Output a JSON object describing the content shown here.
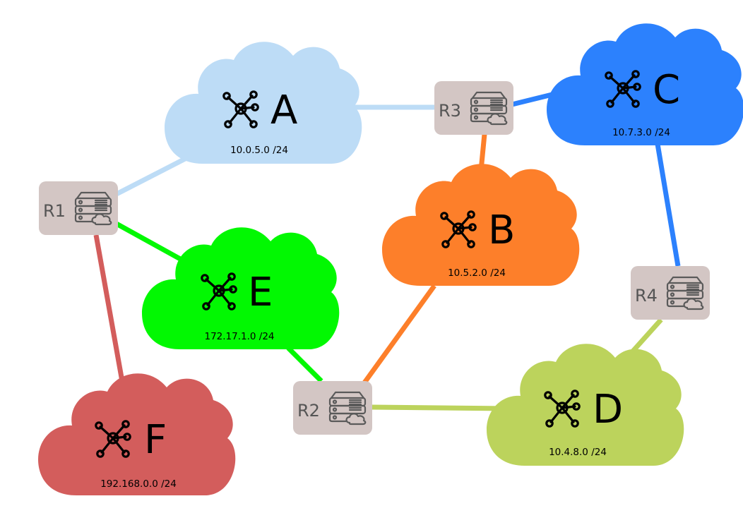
{
  "networks": [
    {
      "id": "A",
      "letter": "A",
      "subnet": "10.0.5.0 /24",
      "color": "#bddcf6",
      "icon": "network-hub-icon"
    },
    {
      "id": "B",
      "letter": "B",
      "subnet": "10.5.2.0 /24",
      "color": "#fd7f2a",
      "icon": "network-hub-icon"
    },
    {
      "id": "C",
      "letter": "C",
      "subnet": "10.7.3.0 /24",
      "color": "#2c81fd",
      "icon": "network-hub-icon"
    },
    {
      "id": "D",
      "letter": "D",
      "subnet": "10.4.8.0 /24",
      "color": "#bcd35c",
      "icon": "network-hub-icon"
    },
    {
      "id": "E",
      "letter": "E",
      "subnet": "172.17.1.0 /24",
      "color": "#02f802",
      "icon": "network-hub-icon"
    },
    {
      "id": "F",
      "letter": "F",
      "subnet": "192.168.0.0 /24",
      "color": "#d35d5c",
      "icon": "network-hub-icon"
    }
  ],
  "routers": [
    {
      "id": "R1",
      "label": "R1",
      "icon": "server-cloud-icon"
    },
    {
      "id": "R2",
      "label": "R2",
      "icon": "server-cloud-icon"
    },
    {
      "id": "R3",
      "label": "R3",
      "icon": "server-cloud-icon"
    },
    {
      "id": "R4",
      "label": "R4",
      "icon": "server-cloud-icon"
    }
  ],
  "links": [
    {
      "from": "R1",
      "to": "A",
      "color": "#bddcf6"
    },
    {
      "from": "R3",
      "to": "A",
      "color": "#bddcf6"
    },
    {
      "from": "R3",
      "to": "C",
      "color": "#2c81fd"
    },
    {
      "from": "R4",
      "to": "C",
      "color": "#2c81fd"
    },
    {
      "from": "R3",
      "to": "B",
      "color": "#fd7f2a"
    },
    {
      "from": "R2",
      "to": "B",
      "color": "#fd7f2a"
    },
    {
      "from": "R1",
      "to": "E",
      "color": "#02f802"
    },
    {
      "from": "R2",
      "to": "E",
      "color": "#02f802"
    },
    {
      "from": "R1",
      "to": "F",
      "color": "#d35d5c"
    },
    {
      "from": "R2",
      "to": "D",
      "color": "#bcd35c"
    },
    {
      "from": "R4",
      "to": "D",
      "color": "#bcd35c"
    }
  ]
}
